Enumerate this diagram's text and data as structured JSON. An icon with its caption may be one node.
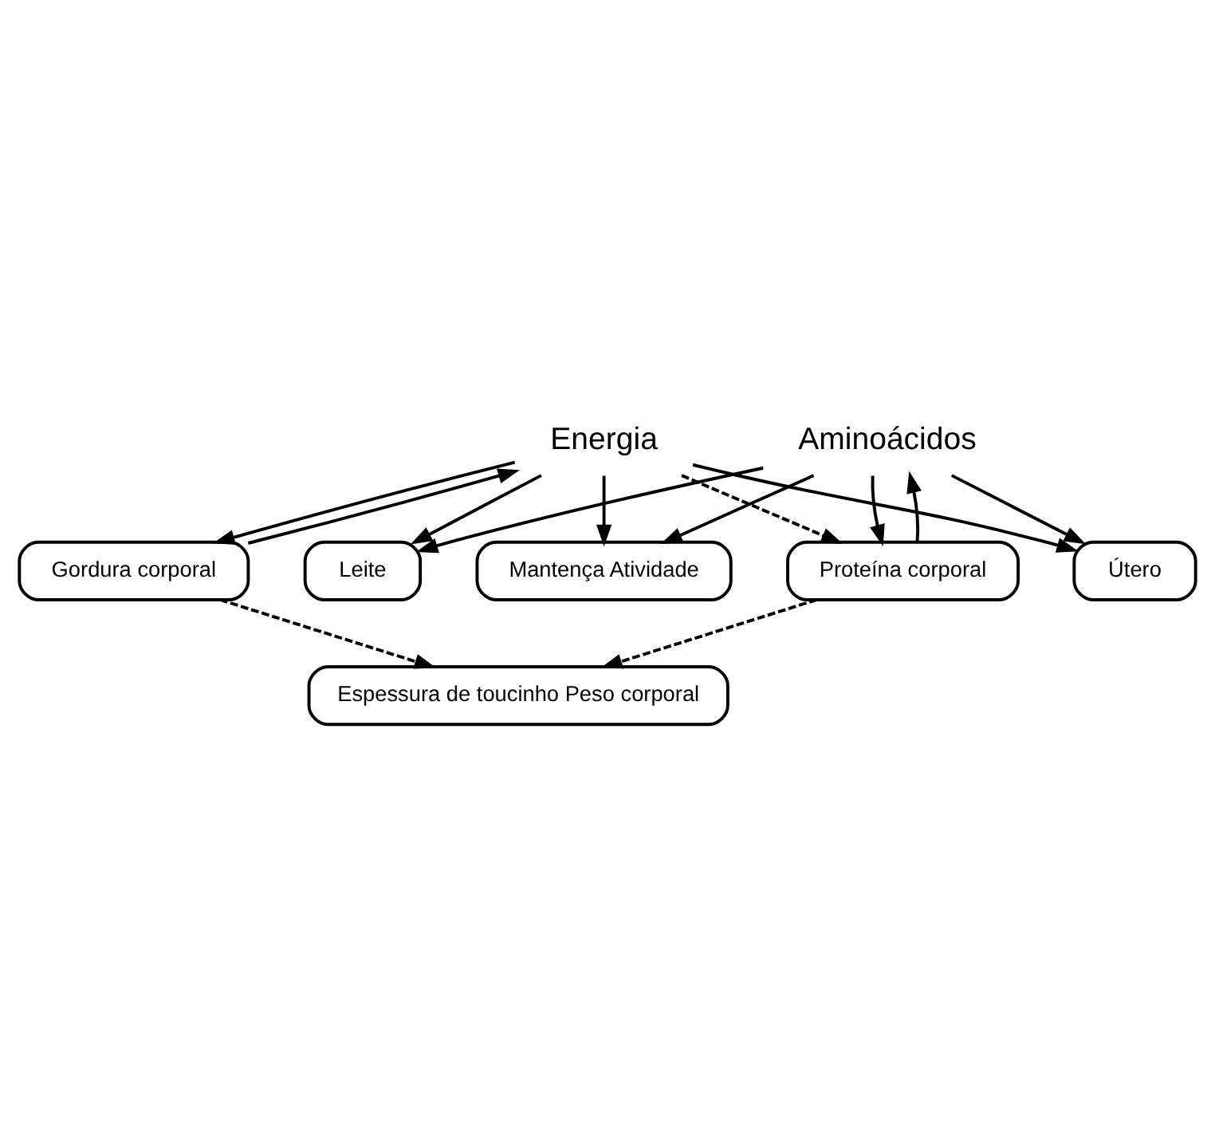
{
  "diagram": {
    "nodes": [
      {
        "text": [
          "Energia"
        ]
      },
      {
        "text": [
          "Aminoácidos"
        ]
      },
      {
        "text": [
          "Mantença Atividade"
        ]
      },
      {
        "text": [
          "Útero"
        ]
      },
      {
        "text": [
          "Leite"
        ]
      },
      {
        "text": [
          "Gordura corporal"
        ]
      },
      {
        "text": [
          "Proteína corporal"
        ]
      },
      {
        "text": [
          "Espessura de toucinho Peso corporal"
        ]
      }
    ],
    "edges": [
      {
        "from": 0,
        "to": 2,
        "arrow": "to"
      },
      {
        "from": 0,
        "to": 3,
        "arrow": "to"
      },
      {
        "from": 0,
        "to": 4,
        "arrow": "to"
      },
      {
        "from": 1,
        "to": 2,
        "arrow": "to"
      },
      {
        "from": 1,
        "to": 3,
        "arrow": "to"
      },
      {
        "from": 1,
        "to": 4,
        "arrow": "to"
      },
      {
        "from": 0,
        "to": 5,
        "arrow": "to"
      },
      {
        "from": 1,
        "to": 6,
        "arrow": "to"
      },
      {
        "from": 0,
        "to": 6,
        "arrow": "to",
        "style": "dashed"
      },
      {
        "from": 5,
        "to": 0,
        "arrow": "to"
      },
      {
        "from": 6,
        "to": 1,
        "arrow": "to"
      },
      {
        "from": 5,
        "to": 7,
        "arrow": "to",
        "style": "dashed"
      },
      {
        "from": 6,
        "to": 7,
        "arrow": "to",
        "style": "dashed"
      }
    ]
  }
}
